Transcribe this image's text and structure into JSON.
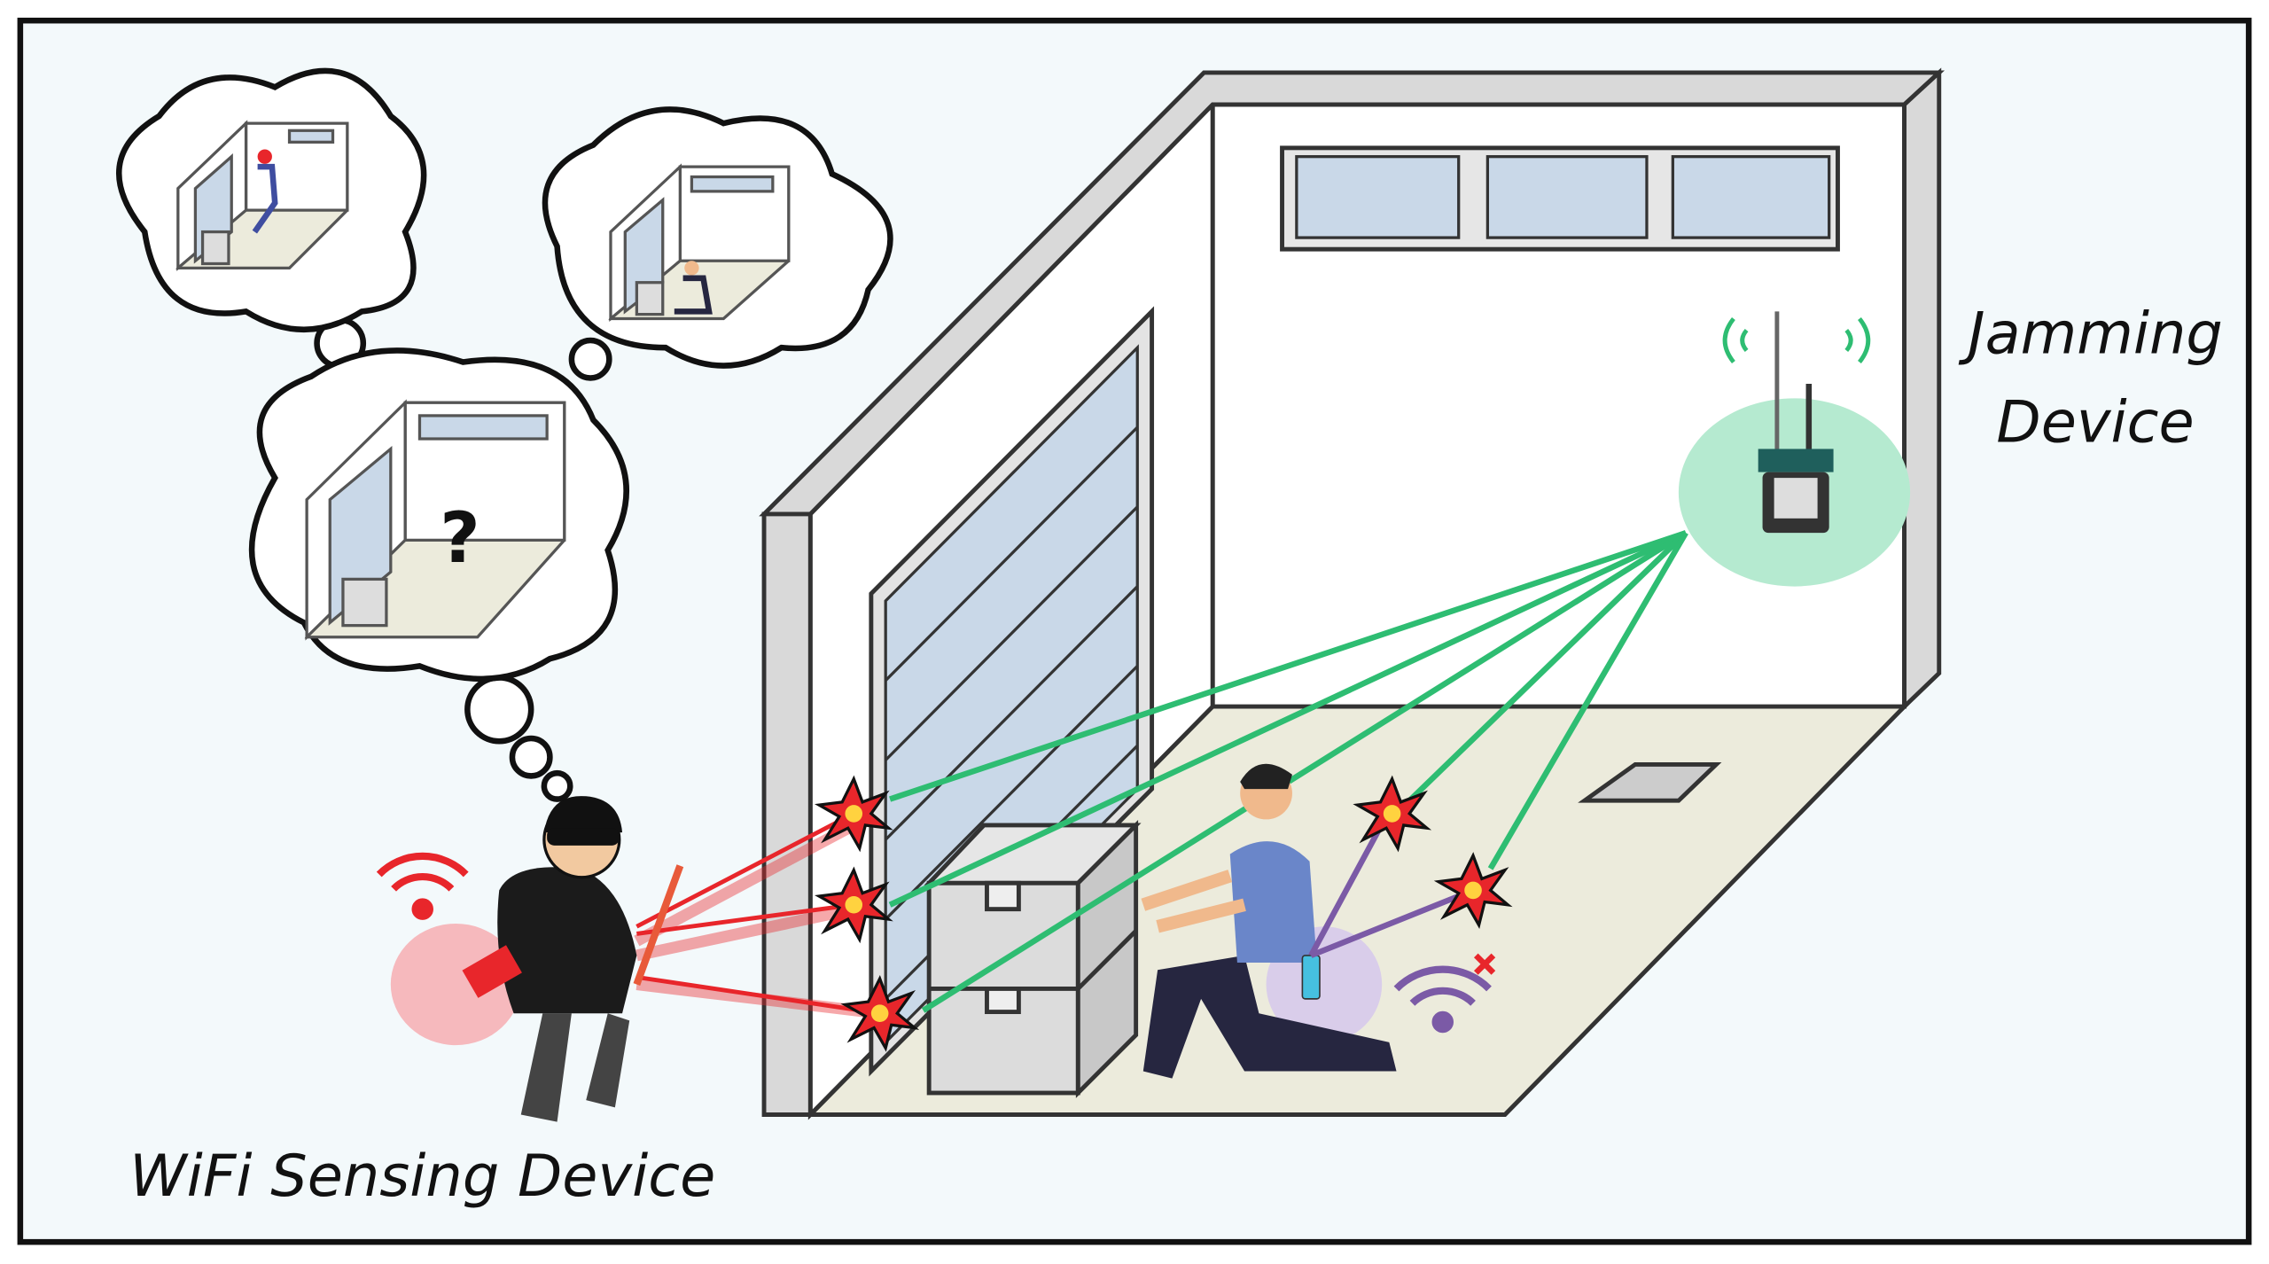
{
  "labels": {
    "jamming_line1": "Jamming",
    "jamming_line2": "Device",
    "sensing": "WiFi Sensing Device",
    "question": "?"
  },
  "colors": {
    "background": "#f3f9fb",
    "jam_signal": "#2ebd72",
    "jam_halo": "#b5ead0",
    "sensing_signal": "#e8262b",
    "sensing_halo": "#f6b9bd",
    "user_signal": "#7b5aa6",
    "user_halo": "#d9cdea",
    "door": "#c9d8e8",
    "floor": "#ecebdc"
  },
  "icons": [
    "wifi-icon-red",
    "wifi-icon-blocked",
    "antenna-signal-icon",
    "explosion-icon"
  ]
}
